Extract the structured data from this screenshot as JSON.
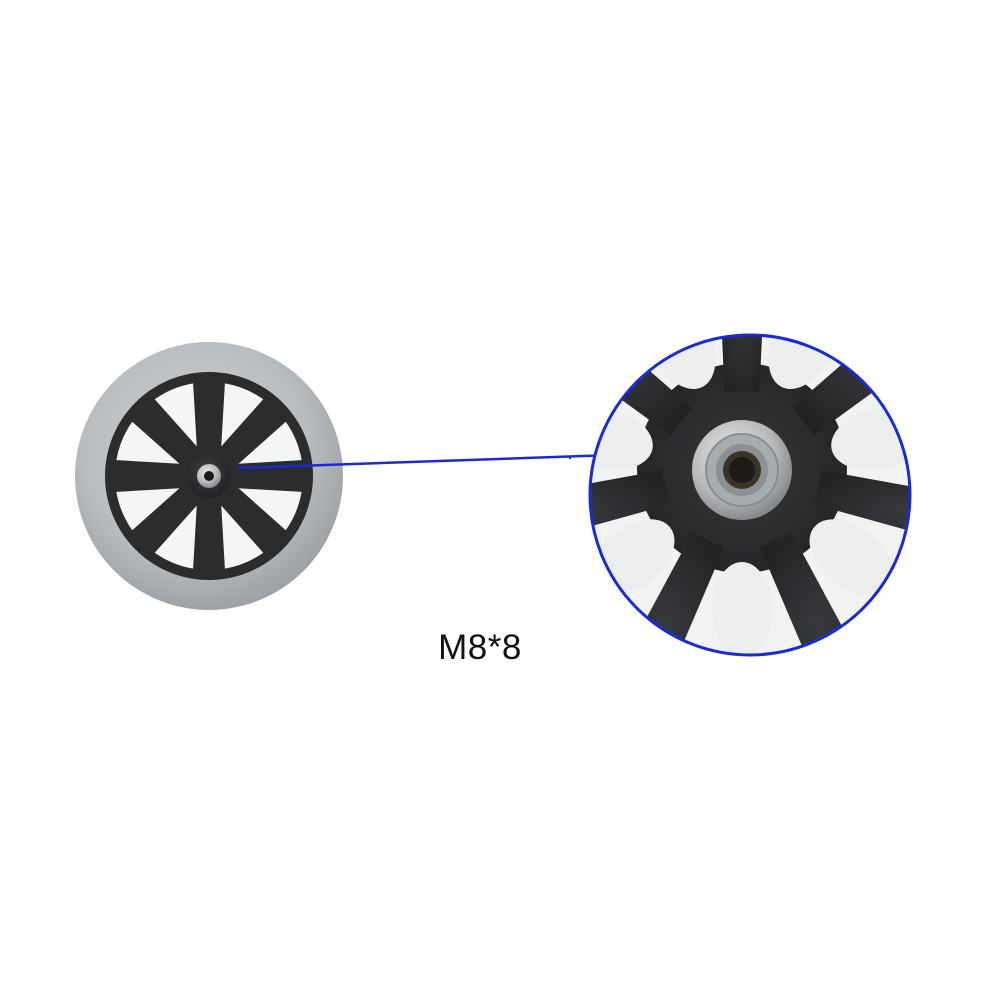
{
  "product_image": {
    "size_label": "M8*8",
    "wheel_spoke_count": 8,
    "detail_spoke_count": 7,
    "colors": {
      "background": "#ffffff",
      "tire": "#b9bcbe",
      "hub": "#2c2e30",
      "bearing_metal": "#c3c5c7",
      "callout": "#1a2ad6",
      "label_text": "#111111"
    },
    "icons": {
      "pointer_arrow": "arrow-right-icon"
    }
  }
}
